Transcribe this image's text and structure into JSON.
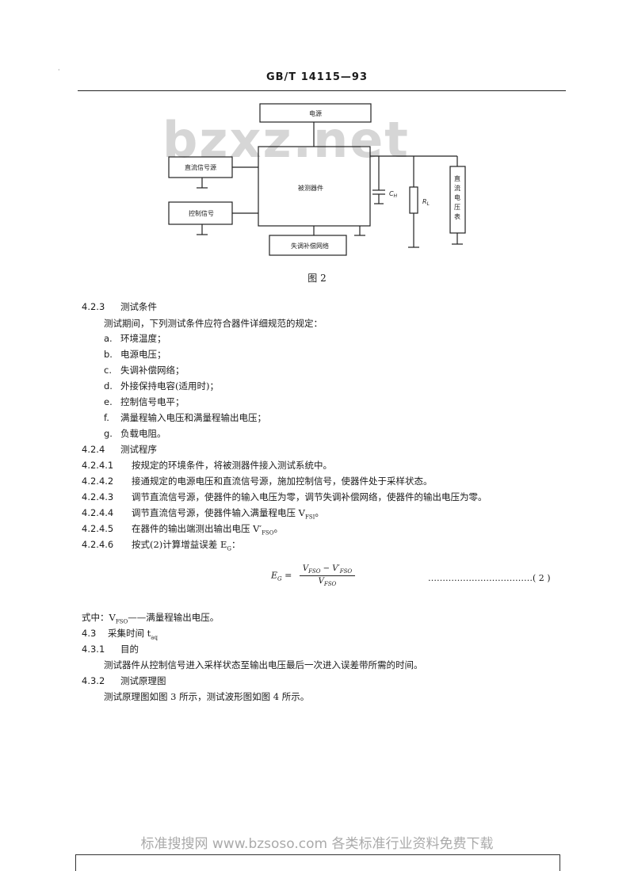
{
  "header": {
    "standard": "GB/T 14115—93"
  },
  "watermark": "bzxz.net",
  "diagram": {
    "power": "电源",
    "dc_source": "直流信号源",
    "control": "控制信号",
    "dut": "被测器件",
    "offset": "失调补偿网络",
    "ch": "C",
    "ch_sub": "H",
    "rl": "R",
    "rl_sub": "L",
    "meter": [
      "直",
      "流",
      "电",
      "压",
      "表"
    ]
  },
  "figure_caption": "图 2",
  "section_423": {
    "number": "4.2.3",
    "title": "测试条件",
    "intro": "测试期间，下列测试条件应符合器件详细规范的规定：",
    "items": [
      {
        "mark": "a.",
        "text": "环境温度；"
      },
      {
        "mark": "b.",
        "text": "电源电压；"
      },
      {
        "mark": "c.",
        "text": "失调补偿网络；"
      },
      {
        "mark": "d.",
        "text": "外接保持电容(适用时)；"
      },
      {
        "mark": "e.",
        "text": "控制信号电平；"
      },
      {
        "mark": "f.",
        "text": "满量程输入电压和满量程输出电压；"
      },
      {
        "mark": "g.",
        "text": "负载电阻。"
      }
    ]
  },
  "section_424": {
    "number": "4.2.4",
    "title": "测试程序",
    "steps": [
      {
        "number": "4.2.4.1",
        "text": "按规定的环境条件，将被测器件接入测试系统中。"
      },
      {
        "number": "4.2.4.2",
        "text": "接通规定的电源电压和直流信号源，施加控制信号，使器件处于采样状态。"
      },
      {
        "number": "4.2.4.3",
        "text": "调节直流信号源，使器件的输入电压为零，调节失调补偿网络，使器件的输出电压为零。"
      },
      {
        "number": "4.2.4.4",
        "text_pre": "调节直流信号源，使器件输入满量程电压 V",
        "sub": "FSI",
        "text_post": "。"
      },
      {
        "number": "4.2.4.5",
        "text_pre": "在器件的输出端测出输出电压 V′",
        "sub": "FSO",
        "text_post": "。"
      },
      {
        "number": "4.2.4.6",
        "text_pre": "按式(2)计算增益误差 E",
        "sub": "G",
        "text_post": "："
      }
    ]
  },
  "formula": {
    "lhs": "E",
    "lhs_sub": "G",
    "num_a": "V",
    "num_a_sub": "FSO",
    "minus": " − ",
    "num_b": "V′",
    "num_b_sub": "FSO",
    "den": "V",
    "den_sub": "FSO",
    "dots": "………………………………",
    "eq_no": "( 2 )"
  },
  "where": {
    "pre": "式中：V",
    "sub": "FSO",
    "post": "——满量程输出电压。"
  },
  "section_43": {
    "number": "4.3",
    "title_pre": "采集时间 t",
    "title_sub": "aq"
  },
  "section_431": {
    "number": "4.3.1",
    "title": "目的",
    "text": "测试器件从控制信号进入采样状态至输出电压最后一次进入误差带所需的时间。"
  },
  "section_432": {
    "number": "4.3.2",
    "title": "测试原理图",
    "text": "测试原理图如图 3 所示，测试波形图如图 4 所示。"
  },
  "footer": "标准搜搜网 www.bzsoso.com 各类标准行业资料免费下载"
}
